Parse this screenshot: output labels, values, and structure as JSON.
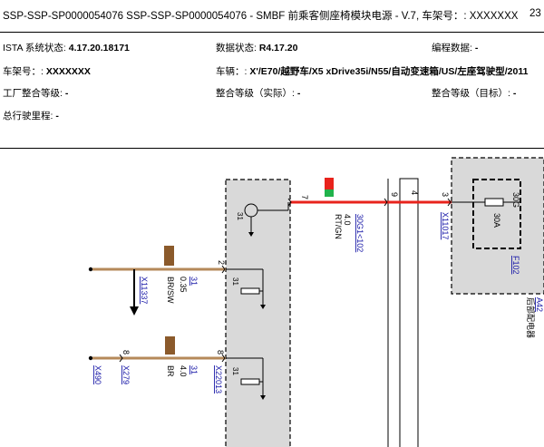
{
  "header": {
    "title": "SSP-SSP-SP0000054076 SSP-SSP-SP0000054076 - SMBF 前乘客侧座椅模块电源 - V.7, 车架号：: XXXXXXX",
    "page_number": "23"
  },
  "info": {
    "ista_label": "ISTA 系统状态: ",
    "ista_value": "4.17.20.18171",
    "data_label": "数据状态: ",
    "data_value": "R4.17.20",
    "prog_label": "编程数据: ",
    "prog_value": "-",
    "vin_label": "车架号：: ",
    "vin_value": "XXXXXXX",
    "vehicle_label": "车辆：: ",
    "vehicle_value": "X'/E70/越野车/X5 xDrive35i/N55/自动变速箱/US/左座驾驶型/2011",
    "factory_label": "工厂整合等级: ",
    "factory_value": "-",
    "actual_label": "整合等级（实际）: ",
    "actual_value": "-",
    "target_label": "整合等级（目标）: ",
    "target_value": "-",
    "mileage_label": "总行驶里程: ",
    "mileage_value": "-"
  },
  "diagram": {
    "colors": {
      "wire_red": "#e8231c",
      "wire_brown": "#b5895a",
      "connector_brown": "#8b5a2b",
      "link_blue": "#1a1aa8",
      "box_gray": "#d9d9d9",
      "indicator_green": "#21b24b"
    },
    "top_wire": {
      "pin_left": "7",
      "size": "4.0",
      "color_code": "RT/GN",
      "link": "30G1<102",
      "pin_mid_a": "9",
      "pin_mid_b": "4",
      "pin_right": "3",
      "connector_link": "X11017"
    },
    "fuse": {
      "terminal": "30G",
      "rating": "30A",
      "link": "F102"
    },
    "module": {
      "code": "A42",
      "name": "后部配电器"
    },
    "wire_2": {
      "pin": "2",
      "ground_link": "31",
      "size": "0.35",
      "color_code": "BR/SW",
      "connector_link": "X11337"
    },
    "wire_8": {
      "pin_left": "8",
      "pin_right": "8",
      "ground_link": "31",
      "size": "4.0",
      "color_code": "BR",
      "connector_left": "X490",
      "connector_mid": "X279",
      "connector_right": "X22013"
    },
    "ground_labels": {
      "g1": "31",
      "g2": "31",
      "g3": "31"
    }
  }
}
